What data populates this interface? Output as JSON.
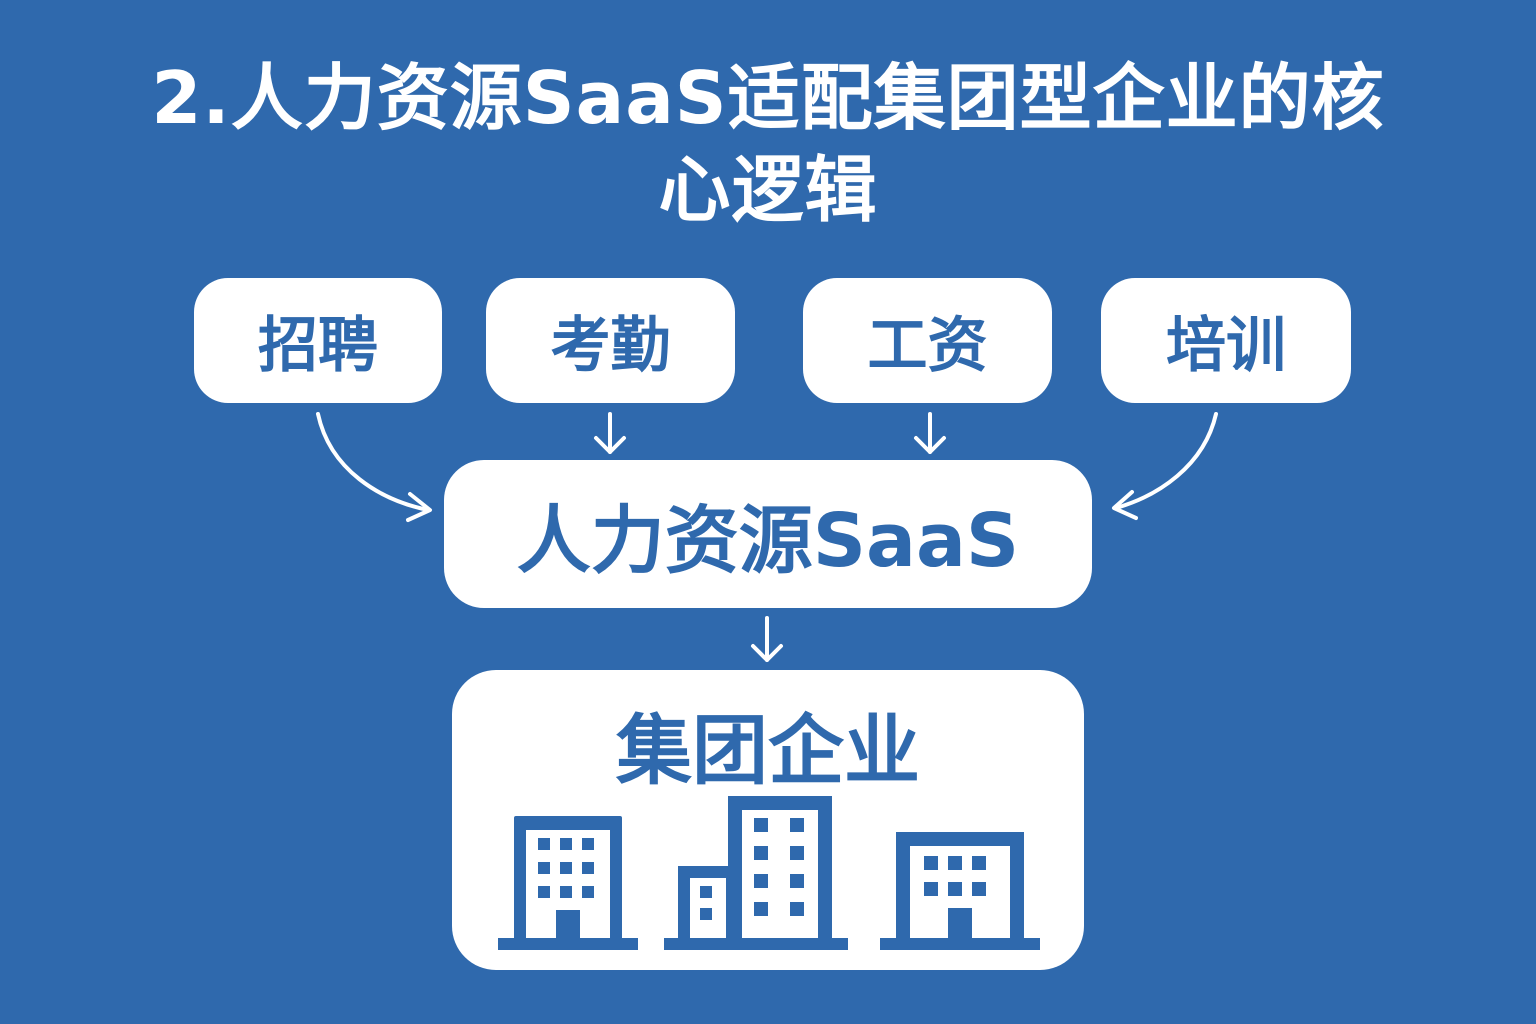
{
  "title": {
    "line1": "2.人力资源SaaS适配集团型企业的核",
    "line2": "心逻辑"
  },
  "modules": [
    {
      "label": "招聘"
    },
    {
      "label": "考勤"
    },
    {
      "label": "工资"
    },
    {
      "label": "培训"
    }
  ],
  "platform": {
    "label": "人力资源SaaS"
  },
  "target": {
    "label": "集团企业",
    "icon": "office-buildings-icon"
  },
  "colors": {
    "background": "#2f69ad",
    "box": "#ffffff",
    "text_accent": "#2f69ad",
    "arrow": "#ffffff"
  }
}
